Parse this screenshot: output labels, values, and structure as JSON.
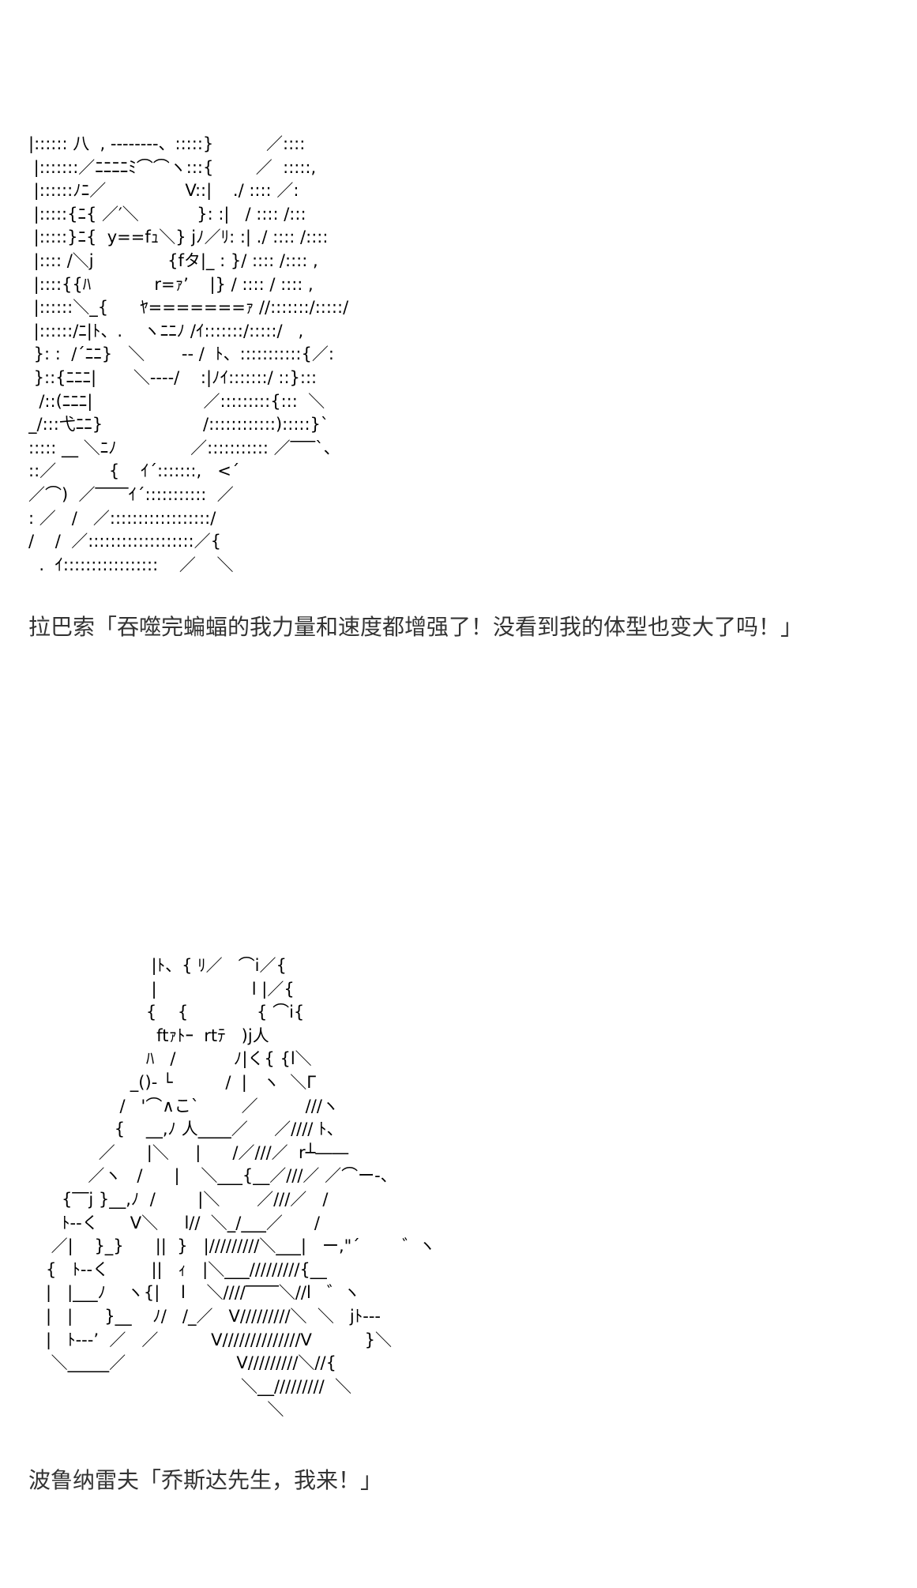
{
  "page": {
    "background": "#ffffff",
    "text_color": "#333333"
  },
  "art_blocks": [
    {
      "id": "aa1",
      "lines": [
        "|:::::: 八  , ‐‐‐‐‐‐‐‐、:::::}          ／::::",
        " |:::::::／ﾆﾆﾆﾆﾐ⌒⌒ヽ:::{        ／  :::::,",
        " |::::::ﾉﾆ／               V::|    ./ :::: ／:",
        " |:::::{ﾆ{ ／′＼           }: :|   / :::: /:::",
        " |:::::}ﾆ{  y==fｭ＼} jﾉ／ﾘ: :| ./ :::: /::::",
        " |:::: /＼j              {fタ|_ : }/ :::: /:::: ,",
        " |::::{{ﾊ            r=ｧ’    |} / :::: / :::: ,",
        " |::::::＼_{      ﾔ=======ｧ //:::::::/:::::/",
        " |::::::/ﾆ|ﾄ、.    ヽﾆﾆﾉ /ｲ:::::::/:::::/   ,",
        " }: :  /´ﾆﾆ}   ＼       ‐‐ /  ﾄ、:::::::::::{／:",
        " }::{ﾆﾆﾆ|       ＼‐‐‐‐/    :|ﾉｲ:::::::/ ::}:::",
        "  /::(ﾆﾆﾆ|                     ／:::::::::{:::  ＼",
        "_/:::弋ﾆﾆ}                   /::::::::::::):::::}`",
        "::::: __ ＼ﾆﾉ              ／::::::::::: ／‾‾‾`、",
        "::／          {    ｲ´:::::::,   <´",
        "／⌒)  ／‾‾‾‾ｲ´:::::::::::  ／",
        ": ／   /   ／::::::::::::::::::/",
        "/    /  ／:::::::::::::::::::／{",
        "  .  ｲ:::::::::::::::::    ／    ＼"
      ]
    },
    {
      "id": "aa2",
      "lines": [
        "                    |ﾄ、{ ﾘ／   ⌒i／{",
        "                    |                  l |／{",
        "                   {    {             { ⌒i{",
        "                     ftｧﾄｰ  rtﾃ   )j人",
        "                   ﾊ   /           ﾉ|く{ {l＼",
        "                _()- └          /  |   ヽ  ＼Γ",
        "              /   '⌒∧こ`        ／         ///ヽ",
        "             {    __,ﾉ 人____／     ／//// ﾄ、",
        "          ／      |＼     |      /／///／  r┴――",
        "        ／ヽ   /      |    ＼___{__／///／ ／⌒ー‐、",
        "   {‾‾j }__,ﾉ  /        |＼       ／///／   /",
        "   ﾄ‐‐く      V＼     l//  ＼_/___／      /",
        " ／|    }_}      ||  }   |/////////＼___|   ー,\"´        ゛ヽ",
        "{   ﾄ‐‐く        ||   ｨ   |＼___/////////{__",
        "|   |___ﾉ    ヽ{|    l    ＼////‾‾‾‾＼//l   ゛ヽ",
        "|   |      }__    ﾉ/   /_／   V/////////＼  ＼   jﾄ‐‐‐",
        "|   ﾄ‐‐‐’  ／   ／          V//////////////V          }＼",
        " ＼_____／                     V/////////＼//{",
        "                                     ＼__/////////  ＼",
        "                                          ＼"
      ]
    }
  ],
  "captions": [
    {
      "id": "caption1",
      "speaker": "拉巴索",
      "text": "拉巴索「吞噬完蝙蝠的我力量和速度都增强了！没看到我的体型也变大了吗！」"
    },
    {
      "id": "caption2",
      "speaker": "波鲁纳雷夫",
      "text": "波鲁纳雷夫「乔斯达先生，我来！」"
    }
  ]
}
